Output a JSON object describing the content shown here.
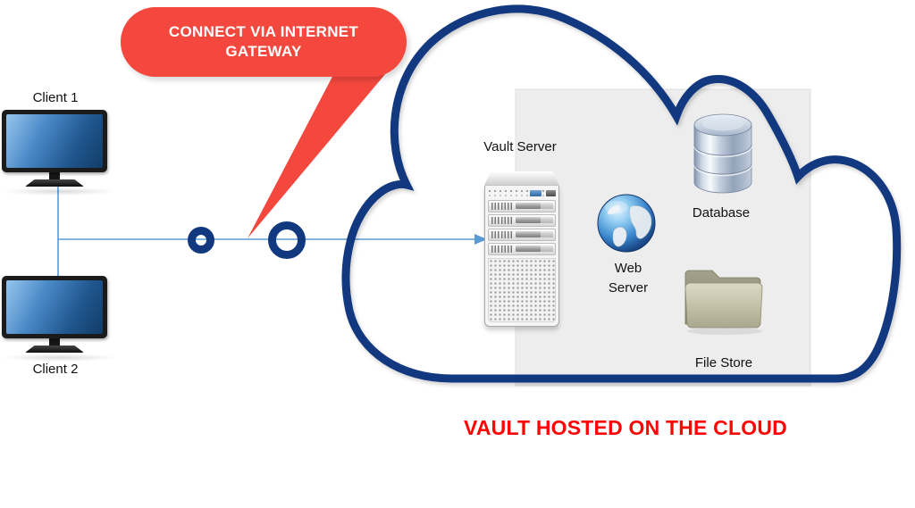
{
  "caption": "VAULT HOSTED ON THE CLOUD",
  "callout": {
    "label": "CONNECT VIA INTERNET GATEWAY"
  },
  "clients": [
    {
      "label": "Client 1",
      "icon": "desktop-monitor-icon"
    },
    {
      "label": "Client 2",
      "icon": "desktop-monitor-icon"
    }
  ],
  "cloud": {
    "nodes": [
      {
        "id": "vault-server",
        "label": "Vault Server",
        "icon": "server-tower-icon"
      },
      {
        "id": "web-server",
        "label": "Web Server",
        "icon": "globe-icon"
      },
      {
        "id": "database",
        "label": "Database",
        "icon": "database-cylinder-icon"
      },
      {
        "id": "file-store",
        "label": "File Store",
        "icon": "folder-icon"
      }
    ]
  },
  "connector": {
    "rings": 2,
    "direction": "clients-to-vault-server"
  },
  "colors": {
    "cloud_outline_navy": "#12387F",
    "connector_blue": "#5B9BD5",
    "callout_red": "#F4483E",
    "caption_red": "#FE0404",
    "panel_gray": "#EDEDED"
  }
}
